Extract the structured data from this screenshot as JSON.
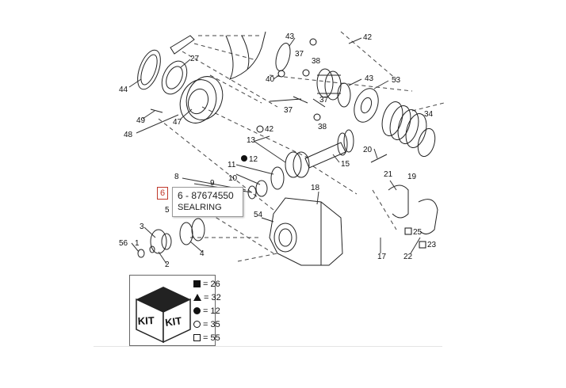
{
  "callouts": {
    "c44": "44",
    "c27": "27",
    "c49": "49",
    "c47": "47",
    "c48": "48",
    "c43a": "43",
    "c42a": "42",
    "c37a": "37",
    "c38a": "38",
    "c40": "40",
    "c37b": "37",
    "c37c": "37",
    "c42b": "42",
    "c38b": "38",
    "c43b": "43",
    "c53": "53",
    "c34": "34",
    "c13": "13",
    "c12": "12",
    "c11": "11",
    "c10": "10",
    "c15": "15",
    "c20": "20",
    "c21": "21",
    "c8": "8",
    "c9": "9",
    "c18": "18",
    "c19": "19",
    "c54": "54",
    "c5": "5",
    "c3": "3",
    "c1": "1",
    "c2": "2",
    "c4": "4",
    "c56": "56",
    "c17": "17",
    "c25": "25",
    "c23": "23",
    "c22": "22"
  },
  "hotspot": {
    "label": "6"
  },
  "tooltip": {
    "part": "6 - 87674550",
    "desc": "SEALRING"
  },
  "kit": {
    "labels": [
      "KIT",
      "KIT"
    ],
    "legend": [
      {
        "symbol": "filled-square",
        "text": "= 26"
      },
      {
        "symbol": "filled-triangle",
        "text": "= 32"
      },
      {
        "symbol": "filled-circle",
        "text": "= 12"
      },
      {
        "symbol": "open-circle",
        "text": "= 35"
      },
      {
        "symbol": "open-square",
        "text": "= 55"
      }
    ]
  }
}
